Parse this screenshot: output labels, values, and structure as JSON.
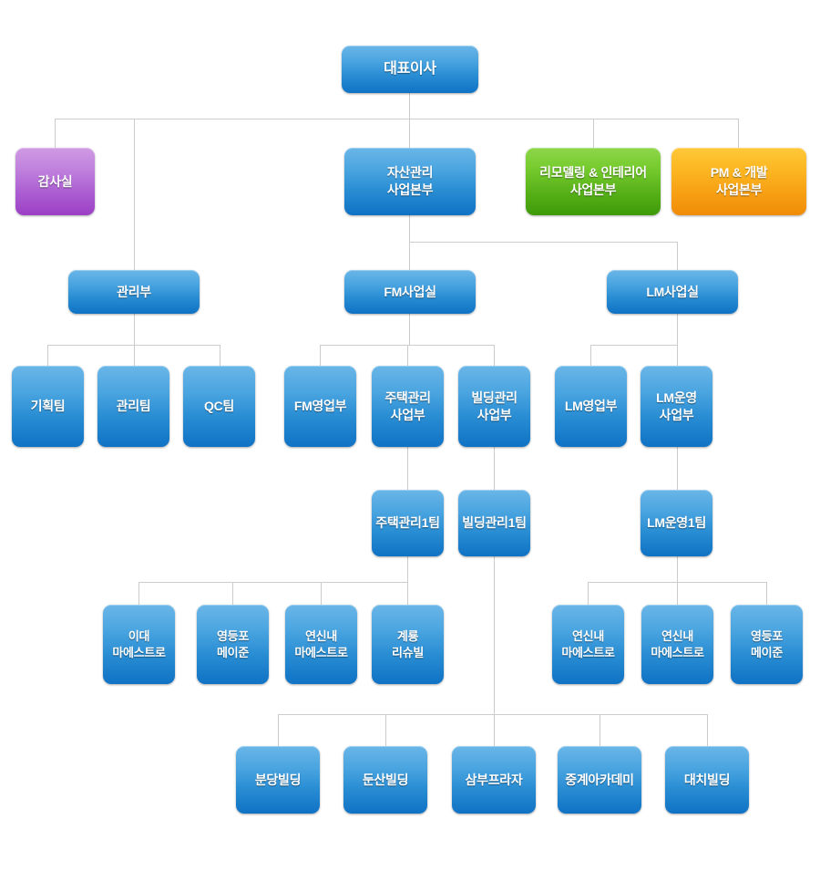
{
  "chart": {
    "title_node": "대표이사",
    "theme": {
      "blue": "#2a8ed4",
      "purple": "#ad5fd2",
      "green": "#54ae16",
      "orange": "#f79f13",
      "connector": "#cccccc",
      "background": "#ffffff"
    }
  },
  "nodes": {
    "ceo": "대표이사",
    "audit": "감사실",
    "asset_div": "자산관리\n사업본부",
    "remodel_div": "리모델링 & 인테리어\n사업본부",
    "pm_div": "PM & 개발\n사업본부",
    "mgmt_dept": "관리부",
    "fm_office": "FM사업실",
    "lm_office": "LM사업실",
    "plan_team": "기획팀",
    "mgmt_team": "관리팀",
    "qc_team": "QC팀",
    "fm_sales": "FM영업부",
    "house_mgmt": "주택관리\n사업부",
    "building_mgmt": "빌딩관리\n사업부",
    "lm_sales": "LM영업부",
    "lm_ops": "LM운영\n사업부",
    "house_mgmt_t1": "주택관리1팀",
    "building_mgmt_t1": "빌딩관리1팀",
    "lm_ops_t1": "LM운영1팀",
    "site_ewha": "이대\n마에스트로",
    "site_ydp": "영등포\n메이준",
    "site_ysn": "연신내\n마에스트로",
    "site_gyeryong": "계룡\n리슈빌",
    "site_ysn2": "연신내\n마에스트로",
    "site_ysn3": "연신내\n마에스트로",
    "site_ydp2": "영등포\n메이준",
    "bldg_bundang": "분당빌딩",
    "bldg_dunsan": "둔산빌딩",
    "bldg_sambu": "삼부프라자",
    "bldg_junggye": "중계아카데미",
    "bldg_daechi": "대치빌딩"
  }
}
